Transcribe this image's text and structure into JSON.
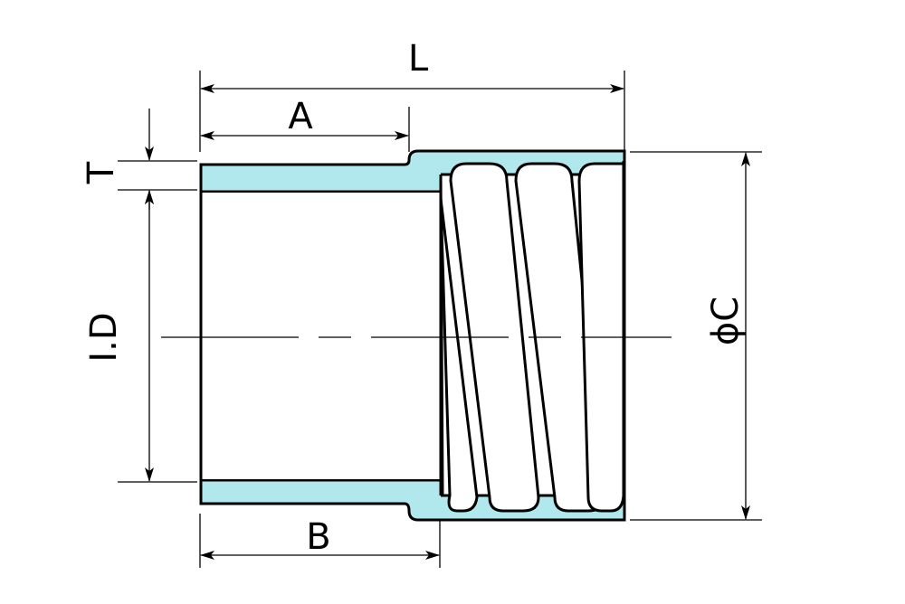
{
  "labels": {
    "length": "L",
    "a": "A",
    "b": "B",
    "thickness": "T",
    "inner_diameter": "I.D",
    "outer_diameter": "ϕC"
  },
  "colors": {
    "wall_fill": "#b0e8ee",
    "line": "#000000",
    "background": "#ffffff"
  }
}
